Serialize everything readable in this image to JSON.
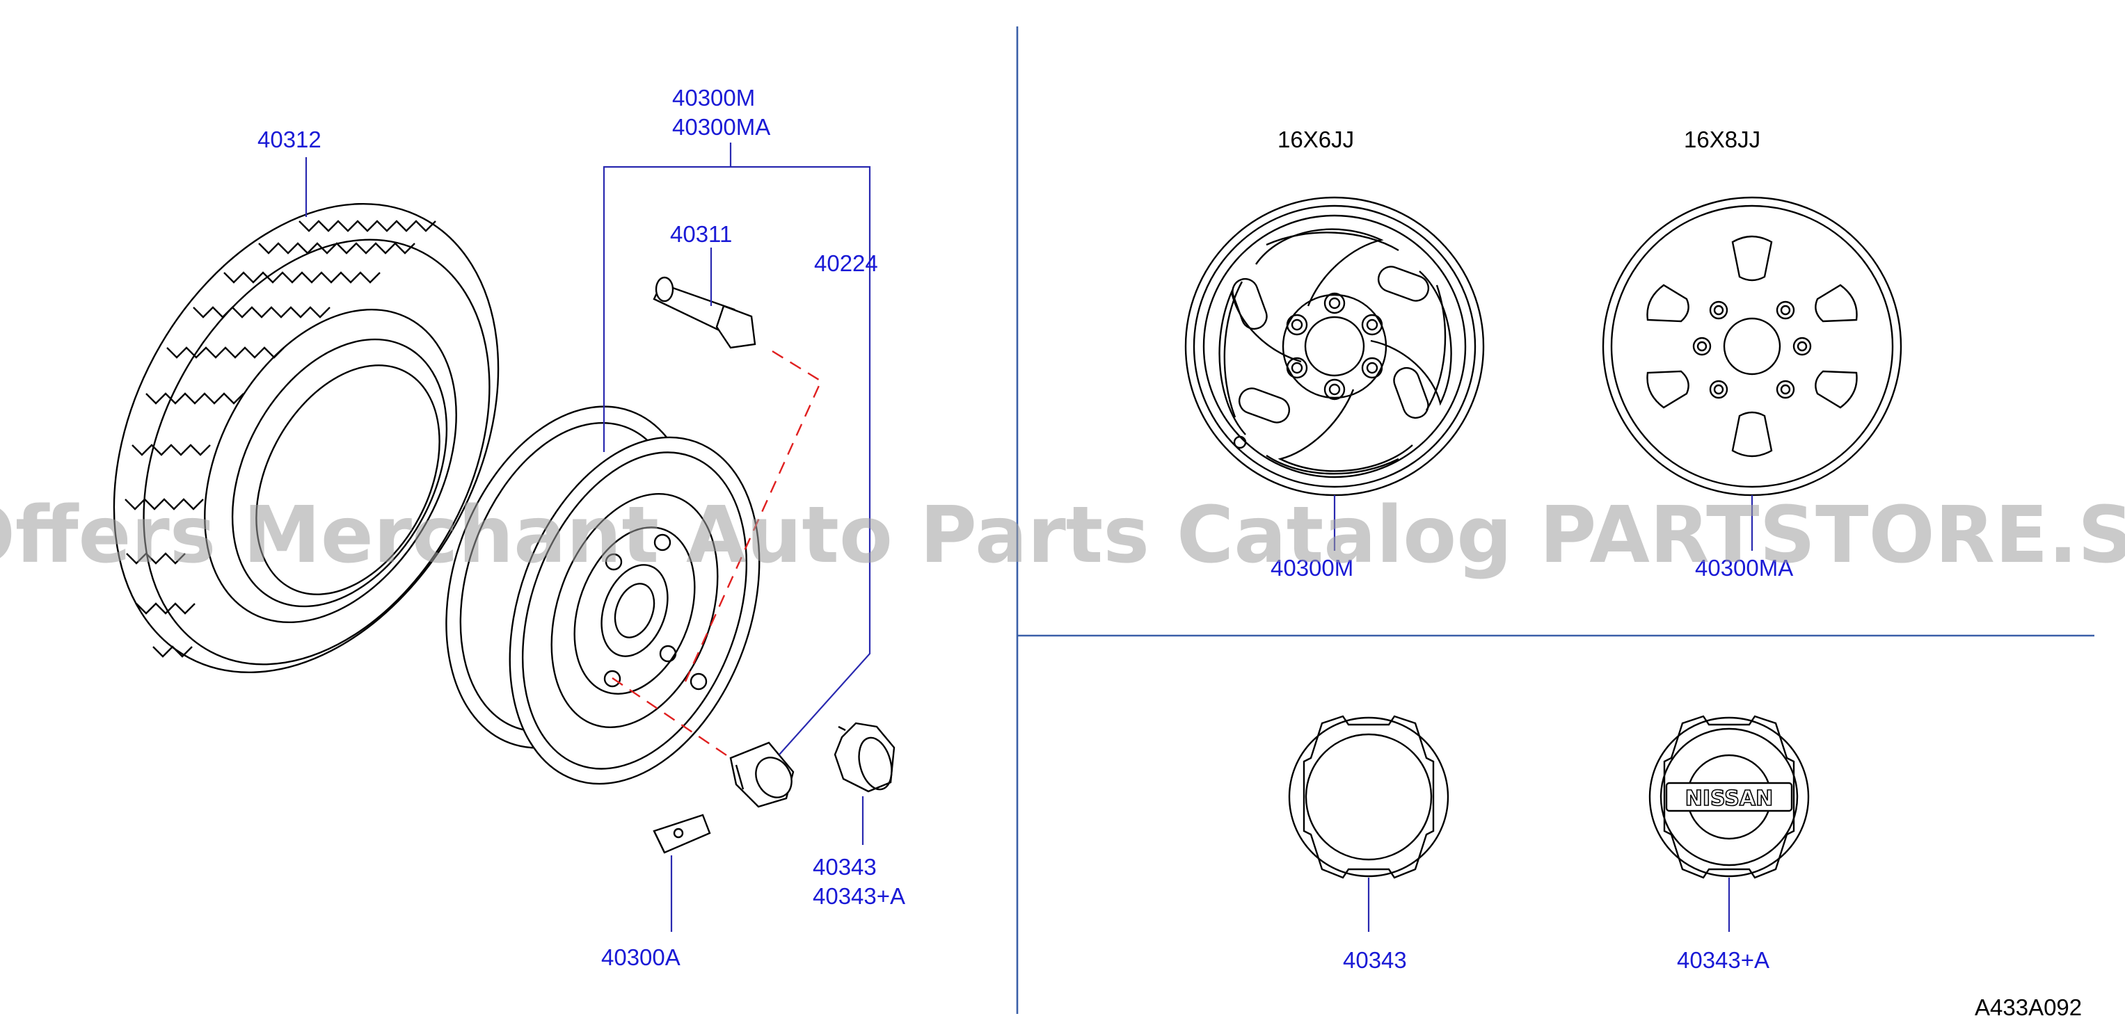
{
  "labels": {
    "tire": "40312",
    "road_wheel_m": "40300M",
    "road_wheel_ma": "40300MA",
    "valve": "40311",
    "nut": "40224",
    "cap_1": "40343",
    "cap_2": "40343+A",
    "weight": "40300A",
    "wheel_6jj_part": "40300M",
    "wheel_8jj_part": "40300MA",
    "cap_plain_part": "40343",
    "cap_logo_part": "40343+A"
  },
  "sizes": {
    "wheel_6jj": "16X6JJ",
    "wheel_8jj": "16X8JJ"
  },
  "logo_text": "NISSAN",
  "diagram_code": "A433A092",
  "watermark": "Offers Merchant Auto Parts Catalog PARTSTORE.SA",
  "colors": {
    "label": "#1a1ad6",
    "divider": "#3a5fa8",
    "guide_dash": "#e02020",
    "watermark": "#9e9e9e"
  }
}
